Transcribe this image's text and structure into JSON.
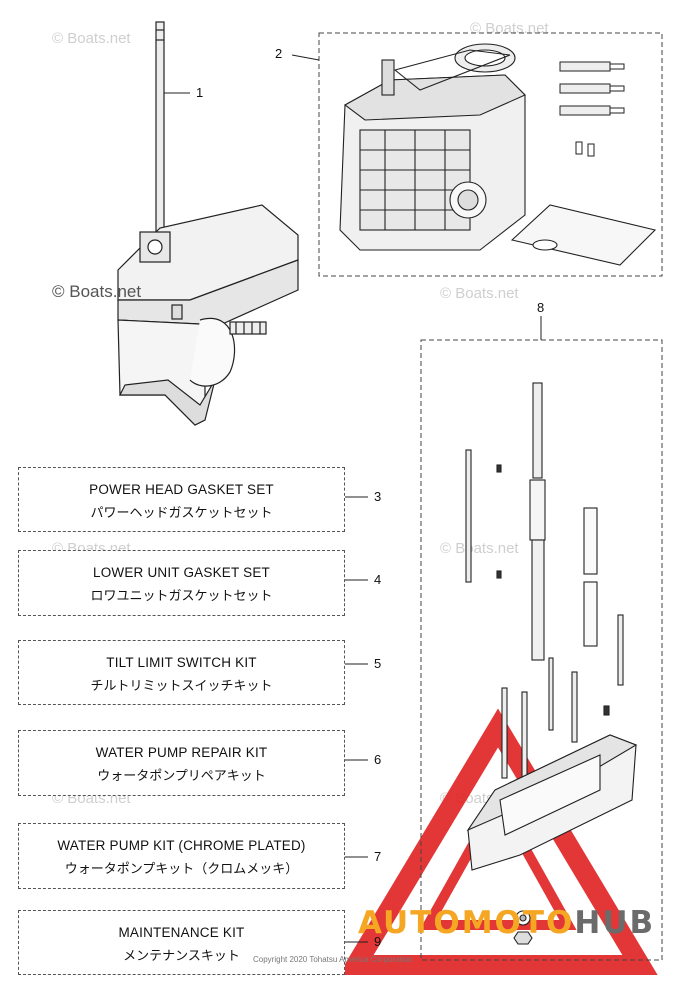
{
  "watermark": "© Boats.net",
  "callouts": [
    "1",
    "2",
    "3",
    "4",
    "5",
    "6",
    "7",
    "8",
    "9"
  ],
  "kits": [
    {
      "en": "POWER HEAD GASKET SET",
      "jp": "パワーヘッドガスケットセット",
      "num": "3"
    },
    {
      "en": "LOWER UNIT GASKET SET",
      "jp": "ロワユニットガスケットセット",
      "num": "4"
    },
    {
      "en": "TILT LIMIT SWITCH KIT",
      "jp": "チルトリミットスイッチキット",
      "num": "5"
    },
    {
      "en": "WATER PUMP REPAIR KIT",
      "jp": "ウォータポンプリペアキット",
      "num": "6"
    },
    {
      "en": "WATER PUMP KIT (CHROME PLATED)",
      "jp": "ウォータポンプキット（クロムメッキ）",
      "num": "7"
    },
    {
      "en": "MAINTENANCE KIT",
      "jp": "メンテナンスキット",
      "num": "9"
    }
  ],
  "copyright": "Copyright 2020 Tohatsu America Corporation",
  "brand": {
    "part1": "AUTOMOTO",
    "part2": "HUB",
    "color1": "#f5a623",
    "color2": "#6b6b6b",
    "logo_color": "#e02020"
  }
}
